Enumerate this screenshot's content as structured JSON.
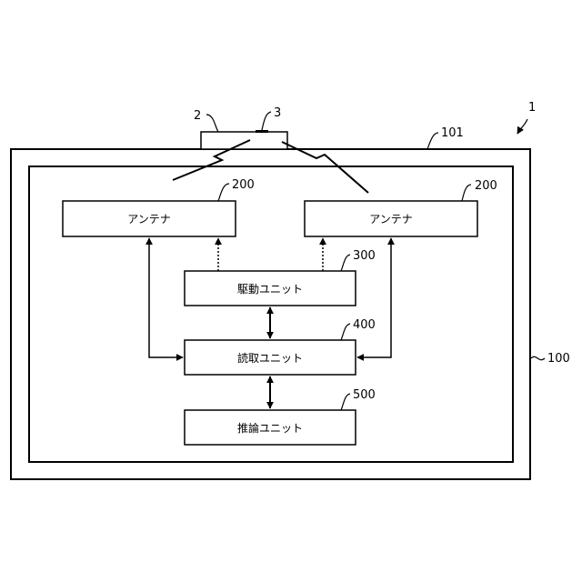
{
  "refs": {
    "system": "1",
    "tag": "2",
    "tag_chip": "3",
    "outer_frame": "101",
    "inner_frame": "100",
    "antenna_left": "200",
    "antenna_right": "200",
    "drive": "300",
    "read": "400",
    "infer": "500"
  },
  "boxes": {
    "antenna_left": "アンテナ",
    "antenna_right": "アンテナ",
    "drive": "駆動ユニット",
    "read": "読取ユニット",
    "infer": "推論ユニット"
  }
}
